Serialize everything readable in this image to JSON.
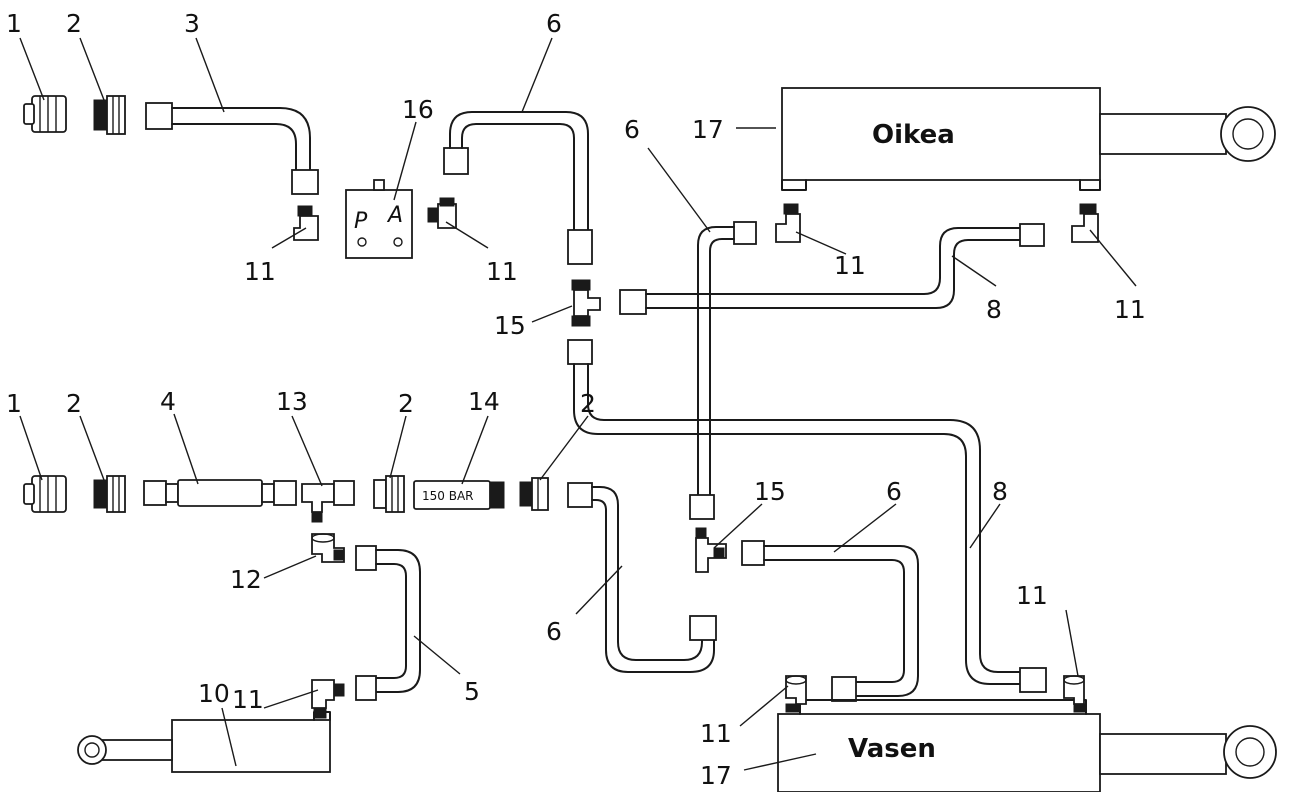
{
  "labels": {
    "n1a": "1",
    "n2a": "2",
    "n3": "3",
    "n6a": "6",
    "n16": "16",
    "n11a": "11",
    "n11b": "11",
    "n6b": "6",
    "n17a": "17",
    "n11c": "11",
    "n15a": "15",
    "n8a": "8",
    "n11d": "11",
    "n1b": "1",
    "n2b": "2",
    "n4": "4",
    "n13": "13",
    "n2c": "2",
    "n14": "14",
    "n2d": "2",
    "n15b": "15",
    "n6c": "6",
    "n8b": "8",
    "n12": "12",
    "n6d": "6",
    "n11e": "11",
    "n11f": "11",
    "n5": "5",
    "n10": "10",
    "n11g": "11",
    "n17b": "17"
  },
  "cylinder_right_label": "Oikea",
  "cylinder_left_label": "Vasen",
  "valve_label": "150 BAR",
  "block_port_p": "P",
  "block_port_a": "A"
}
